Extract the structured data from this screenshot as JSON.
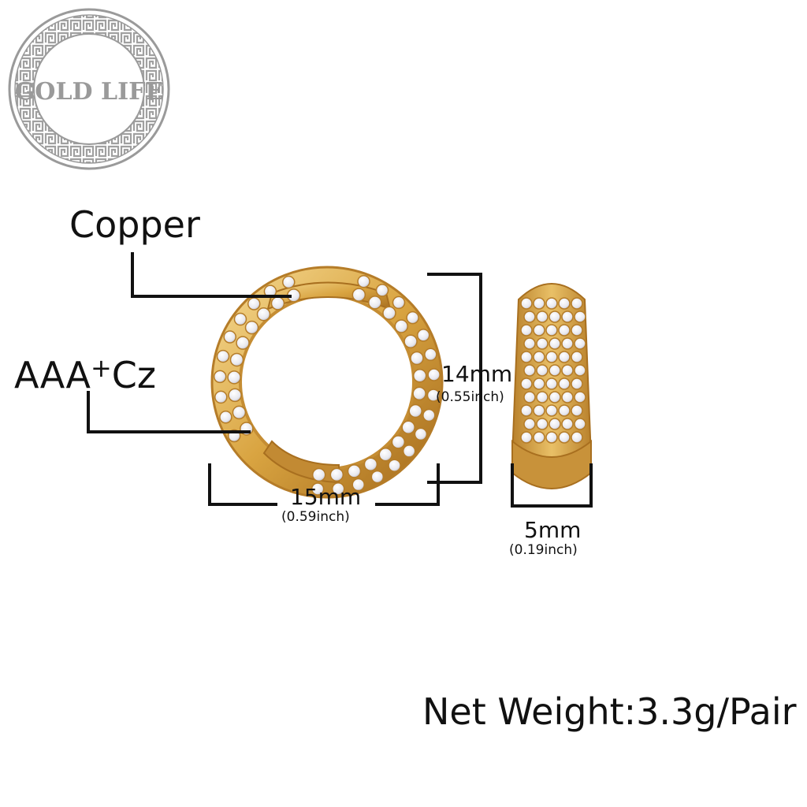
{
  "brand": {
    "logo_text": "GOLD LIFE",
    "logo_color": "#9a9a9a"
  },
  "callouts": {
    "material": "Copper",
    "stones_prefix": "AAA",
    "stones_sup": "+",
    "stones_suffix": "Cz"
  },
  "dimensions": {
    "height_mm": "14mm",
    "height_inch": "(0.55inch)",
    "width_mm": "15mm",
    "width_inch": "(0.59inch)",
    "thickness_mm": "5mm",
    "thickness_inch": "(0.19inch)"
  },
  "spec": {
    "net_weight": "Net Weight:3.3g/Pair"
  },
  "colors": {
    "gold": "#d9a441",
    "gold_dark": "#a86f1f",
    "gold_light": "#f3d58b",
    "stone": "#f4f4f6",
    "line": "#111111"
  }
}
